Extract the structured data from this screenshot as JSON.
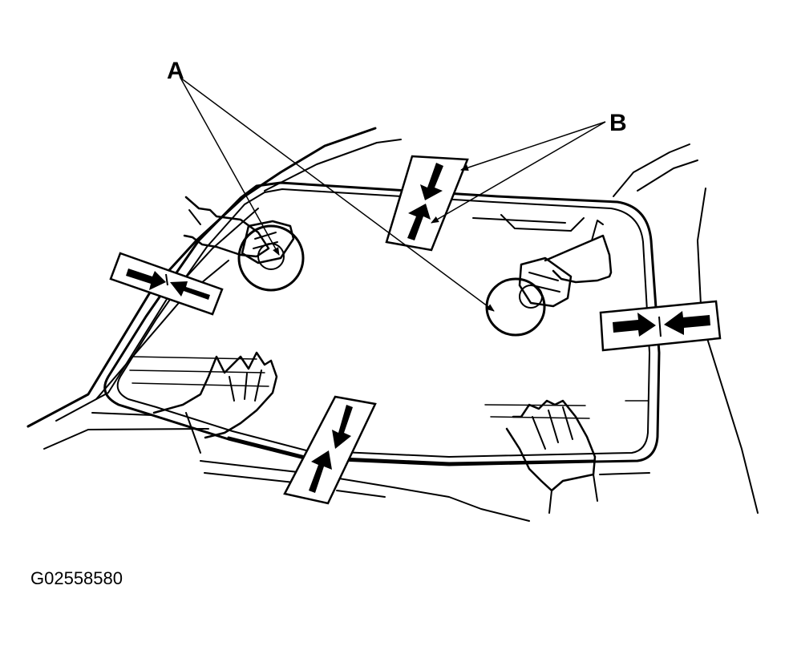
{
  "callouts": {
    "a": "A",
    "b": "B"
  },
  "figure_id": "G02558580",
  "colors": {
    "ink": "#000000",
    "paper": "#ffffff"
  }
}
